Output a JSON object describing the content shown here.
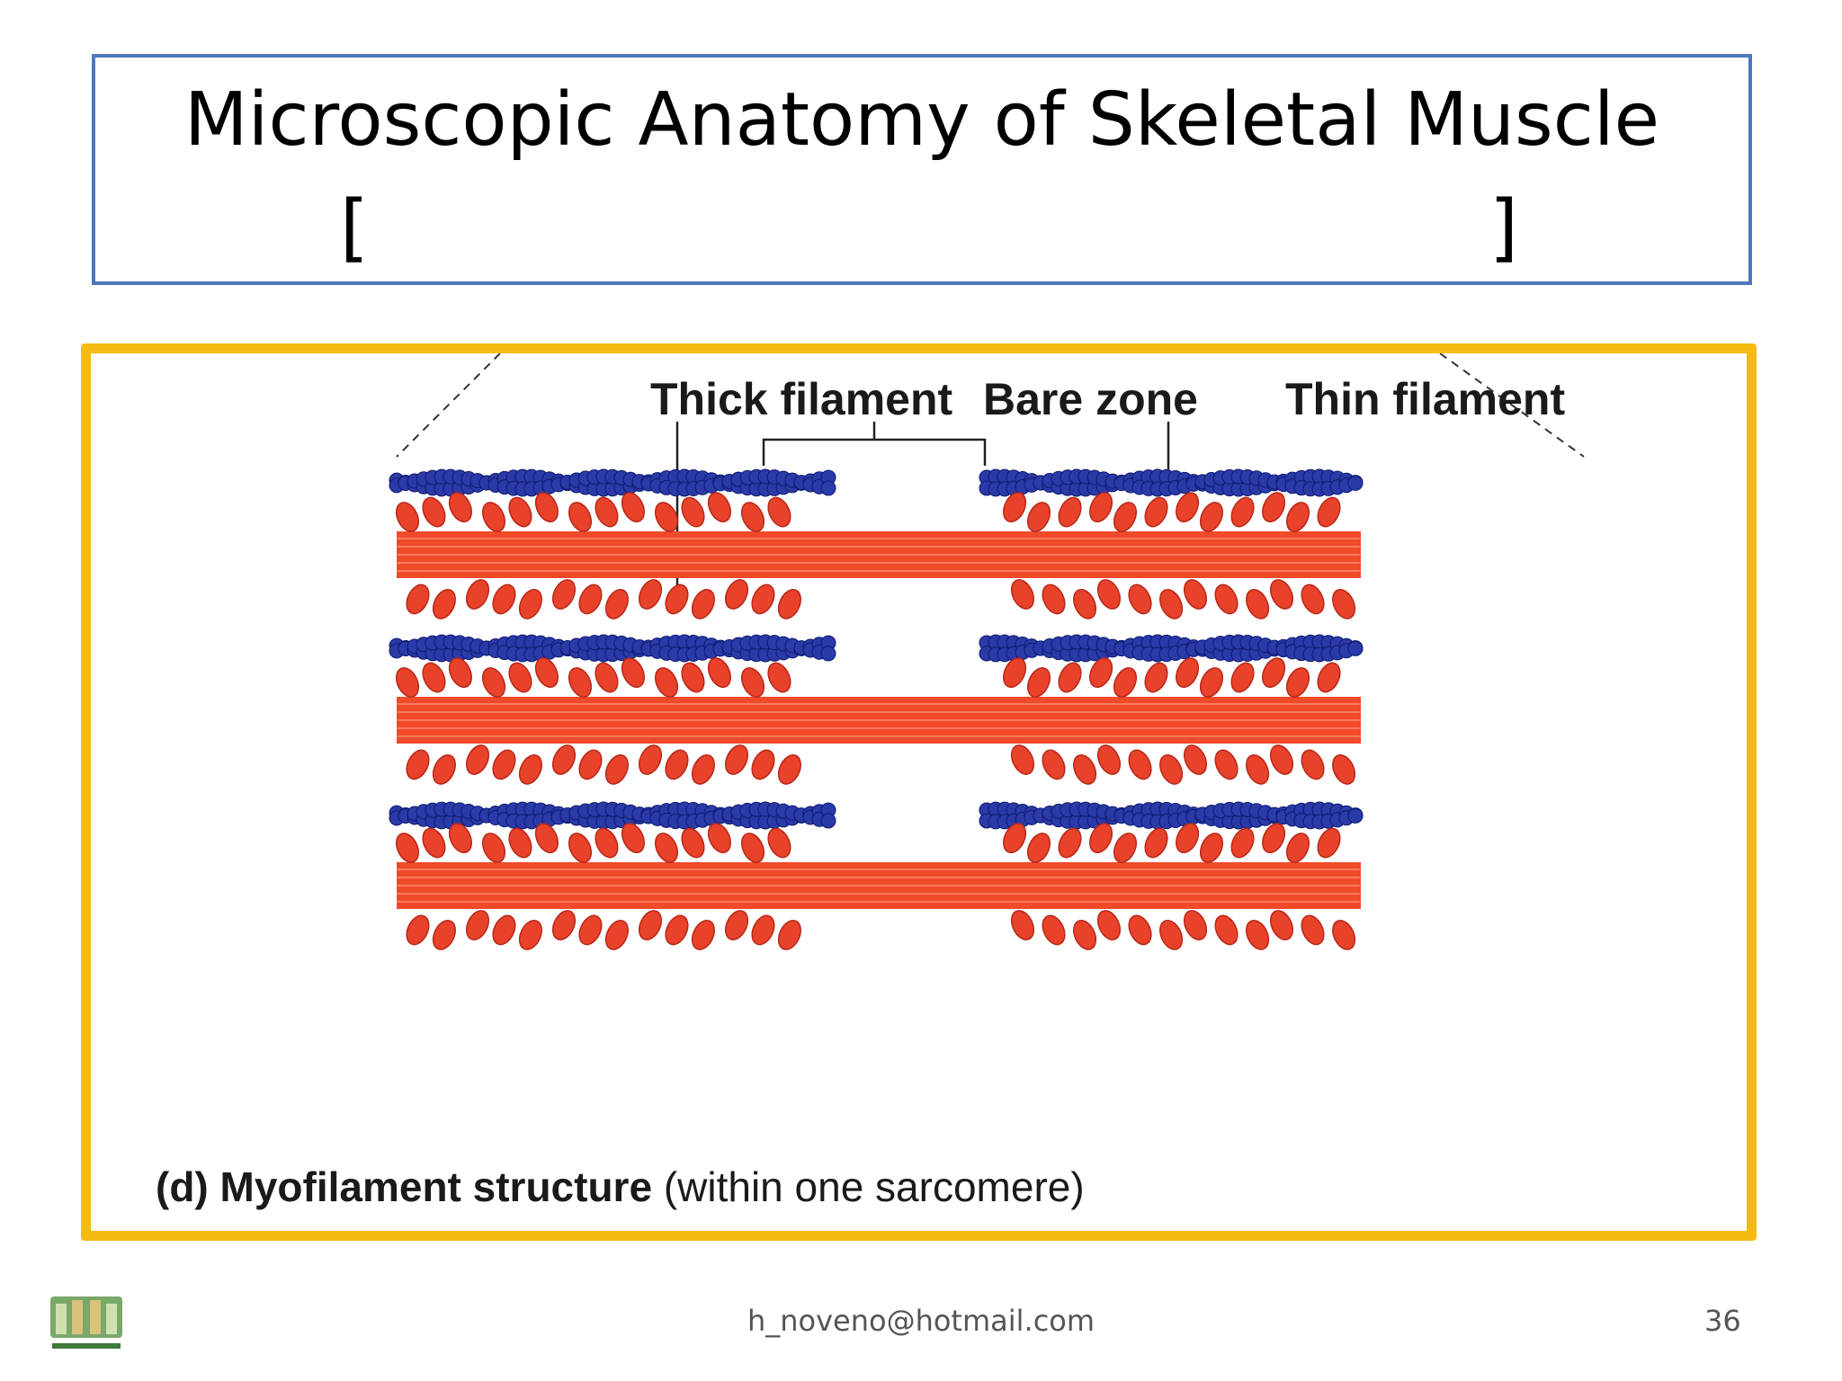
{
  "slide": {
    "title": "Microscopic Anatomy of Skeletal Muscle",
    "bracket_open": "[",
    "bracket_close": "]",
    "footer_email": "h_noveno@hotmail.com",
    "page_number": "36"
  },
  "figure": {
    "labels": {
      "thick_filament": "Thick filament",
      "bare_zone": "Bare zone",
      "thin_filament": "Thin filament"
    },
    "caption_bold": "(d) Myofilament structure",
    "caption_rest": " (within one sarcomere)",
    "colors": {
      "thin_filament": "#2a3aa8",
      "thick_filament": "#f04a2a",
      "myosin_head": "#e8422a",
      "frame": "#f6bb12",
      "title_border": "#4f77be"
    }
  }
}
